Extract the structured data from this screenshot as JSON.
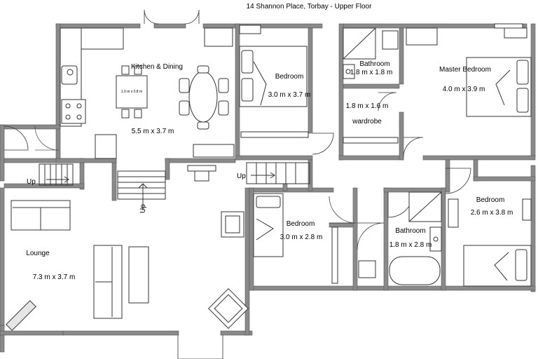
{
  "title": "14 Shannon Place, Torbay - Upper Floor",
  "rooms": {
    "kitchen": {
      "name": "Kitchen & Dining",
      "size": "5.5 m x 3.7 m"
    },
    "bed1": {
      "name": "Bedroom",
      "size": "3.0 m x 3.7 m"
    },
    "bath1": {
      "name": "Bathroom",
      "size": "1.8 m x 1.8 m"
    },
    "master": {
      "name": "Master Bedroom",
      "size": "4.0 m x 3.9 m"
    },
    "wardrobe": {
      "name": "wardrobe",
      "size": "1.8 m x 1.6 m"
    },
    "bed2": {
      "name": "Bedroom",
      "size": "3.0 m x 2.8 m"
    },
    "bath2": {
      "name": "Bathroom",
      "size": "1.8 m x 2.8 m"
    },
    "bed3": {
      "name": "Bedroom",
      "size": "2.6 m x 3.8 m"
    },
    "lounge": {
      "name": "Lounge",
      "size": "7.3 m x 3.7 m"
    }
  },
  "table_dim": "1.0 m x 0.8 m",
  "stair_labels": {
    "left": "Up",
    "middle": "Up",
    "hall": "Up"
  }
}
